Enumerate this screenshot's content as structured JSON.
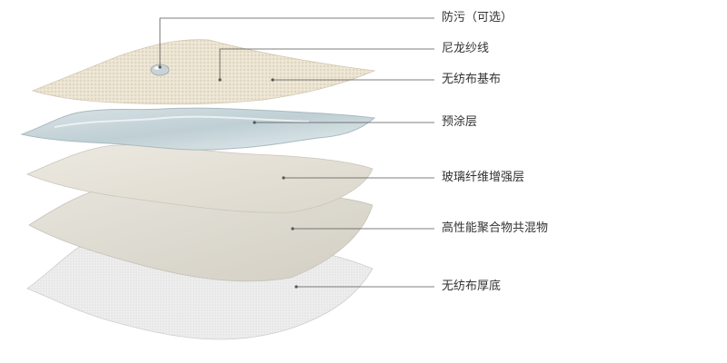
{
  "diagram": {
    "type": "layered-material-exploded-view",
    "layers": [
      {
        "id": "anti-fouling",
        "label": "防污（可选）"
      },
      {
        "id": "nylon-yarn",
        "label": "尼龙纱线"
      },
      {
        "id": "nonwoven-base",
        "label": "无纺布基布"
      },
      {
        "id": "precoat",
        "label": "预涂层"
      },
      {
        "id": "glass-fiber",
        "label": "玻璃纤维增强层"
      },
      {
        "id": "polymer-blend",
        "label": "高性能聚合物共混物"
      },
      {
        "id": "nonwoven-thick-base",
        "label": "无纺布厚底"
      }
    ],
    "colors": {
      "leader_line": "#555555",
      "label_text": "#333333"
    }
  }
}
